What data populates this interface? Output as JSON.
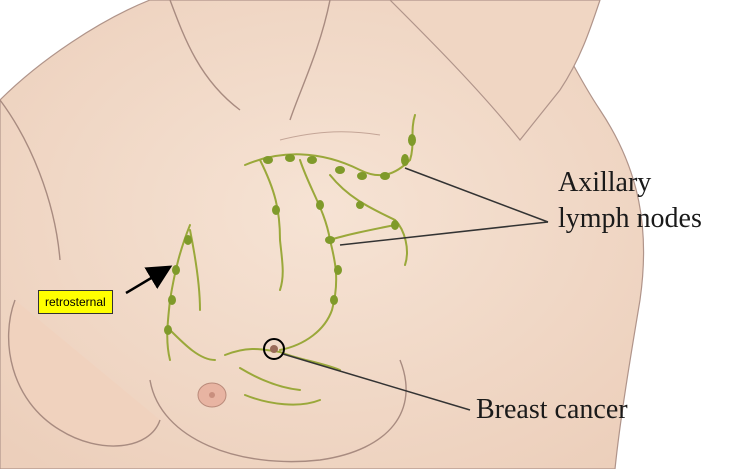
{
  "labels": {
    "axillary_line1": "Axillary",
    "axillary_line2": "lymph nodes",
    "breast_cancer": "Breast cancer",
    "retrosternal": "retrosternal"
  },
  "colors": {
    "skin": "#f3dccb",
    "skin_shadow": "#e6c3ac",
    "outline": "#9a8176",
    "lymph": "#9aa83a",
    "node": "#7f9a2a",
    "tag_bg": "#ffff00"
  },
  "icons": {
    "arrow": "arrow-icon",
    "tumor_marker": "circle-marker-icon"
  }
}
